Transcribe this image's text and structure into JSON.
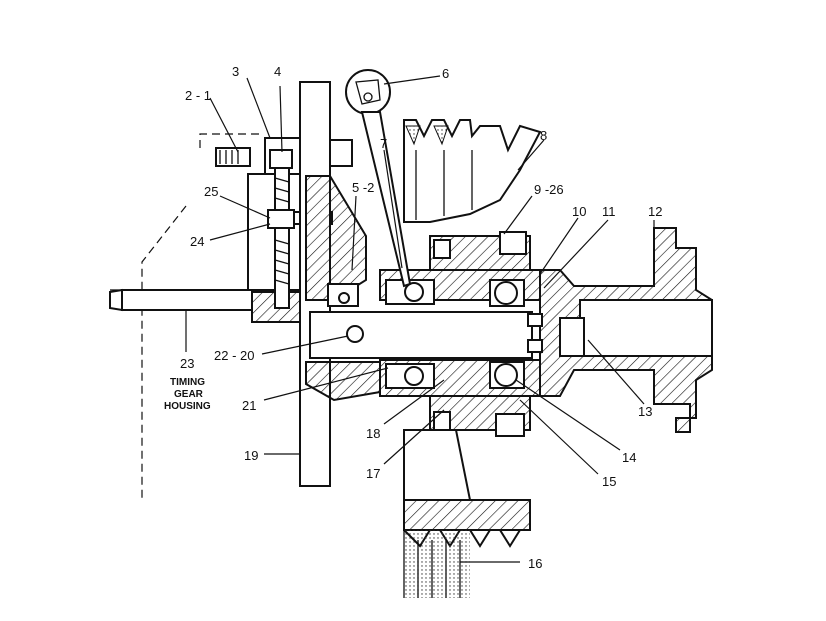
{
  "labels": {
    "l2_1": "2 - 1",
    "l3": "3",
    "l4": "4",
    "l6": "6",
    "l7": "7",
    "l8": "8",
    "l5_2": "5 -2",
    "l9_26": "9 -26",
    "l10": "10",
    "l11": "11",
    "l12": "12",
    "l25": "25",
    "l24": "24",
    "l22_20": "22 - 20",
    "l23": "23",
    "l21": "21",
    "l18": "18",
    "l17": "17",
    "l19": "19",
    "l13": "13",
    "l14": "14",
    "l15": "15",
    "l16": "16"
  },
  "caption": {
    "line1": "TIMING",
    "line2": "GEAR",
    "line3": "HOUSING"
  }
}
